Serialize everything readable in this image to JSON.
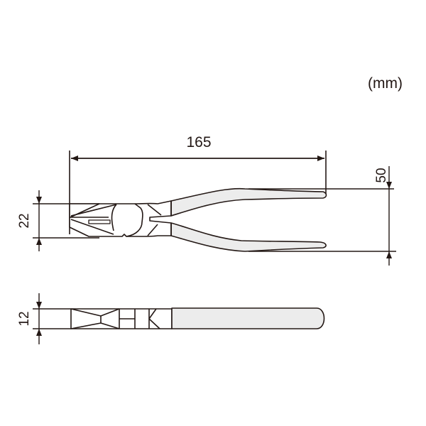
{
  "drawing": {
    "title": "Pliers dimension drawing",
    "unit_label": "(mm)",
    "colors": {
      "line": "#231815",
      "handle_fill": "#ececec",
      "background": "#ffffff"
    },
    "dimensions": {
      "overall_length": "165",
      "handle_spread": "50",
      "head_width": "22",
      "thickness": "12"
    },
    "views": [
      {
        "name": "side-view",
        "description": "Pliers side view with open handles"
      },
      {
        "name": "top-view",
        "description": "Pliers top (edge) view"
      }
    ]
  }
}
